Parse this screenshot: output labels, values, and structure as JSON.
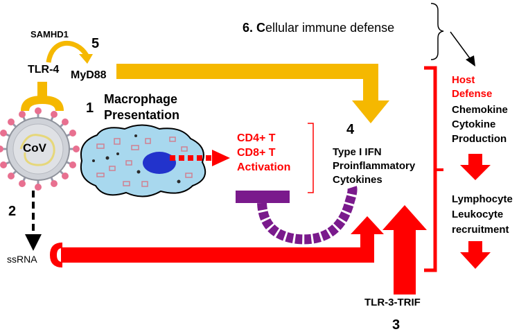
{
  "labels": {
    "samhd1": "SAMHD1",
    "tlr4": "TLR-4",
    "myd88": "MyD88",
    "num5": "5",
    "num1": "1",
    "num2": "2",
    "num3": "3",
    "num4": "4",
    "cellular_prefix_num": "6.",
    "cellular_c": "C",
    "cellular_rest": "ellular immune defense",
    "macrophage": "Macrophage",
    "presentation": "Presentation",
    "cov": "CoV",
    "cd4": "CD4+ T",
    "cd8": "CD8+ T",
    "activation": "Activation",
    "type1ifn": "Type I IFN",
    "proinflammatory": "Proinflammatory",
    "cytokines": "Cytokines",
    "ssrna": "ssRNA",
    "tlr3trif": "TLR-3-TRIF",
    "host": "Host",
    "defense": "Defense",
    "chemokine": "Chemokine",
    "cytokine": "Cytokine",
    "production": "Production",
    "lymphocyte": "Lymphocyte",
    "leukocyte": "Leukocyte",
    "recruitment": "recruitment"
  },
  "colors": {
    "accent_red": "#ff0000",
    "arrow_orange": "#f5b800",
    "purple": "#7a1a8c",
    "cell_blue": "#a8d8ee",
    "nucleus": "#2233cc"
  }
}
